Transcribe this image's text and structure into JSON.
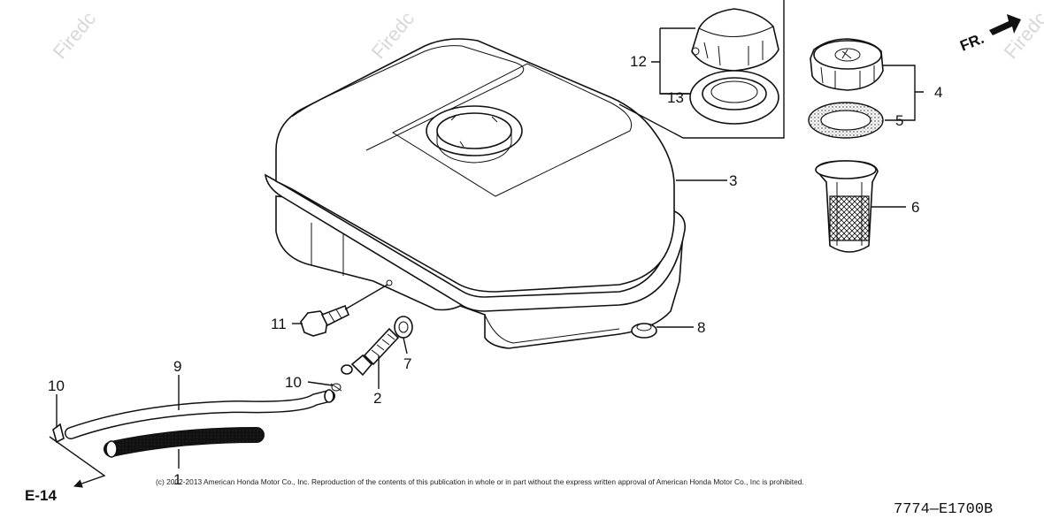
{
  "watermark": {
    "text": "Firedc"
  },
  "callouts": {
    "c1": "1",
    "c2": "2",
    "c3": "3",
    "c4": "4",
    "c5": "5",
    "c6": "6",
    "c7": "7",
    "c8": "8",
    "c9": "9",
    "c10a": "10",
    "c10b": "10",
    "c11": "11",
    "c12": "12",
    "c13": "13"
  },
  "direction_label": "FR.",
  "reference_page": "E-14",
  "copyright": "(c) 2002-2013 American Honda Motor Co., Inc. Reproduction of the contents of this publication in whole or in part without the express written approval of American Honda Motor Co., Inc is prohibited.",
  "diagram_code": "7774—E1700B"
}
